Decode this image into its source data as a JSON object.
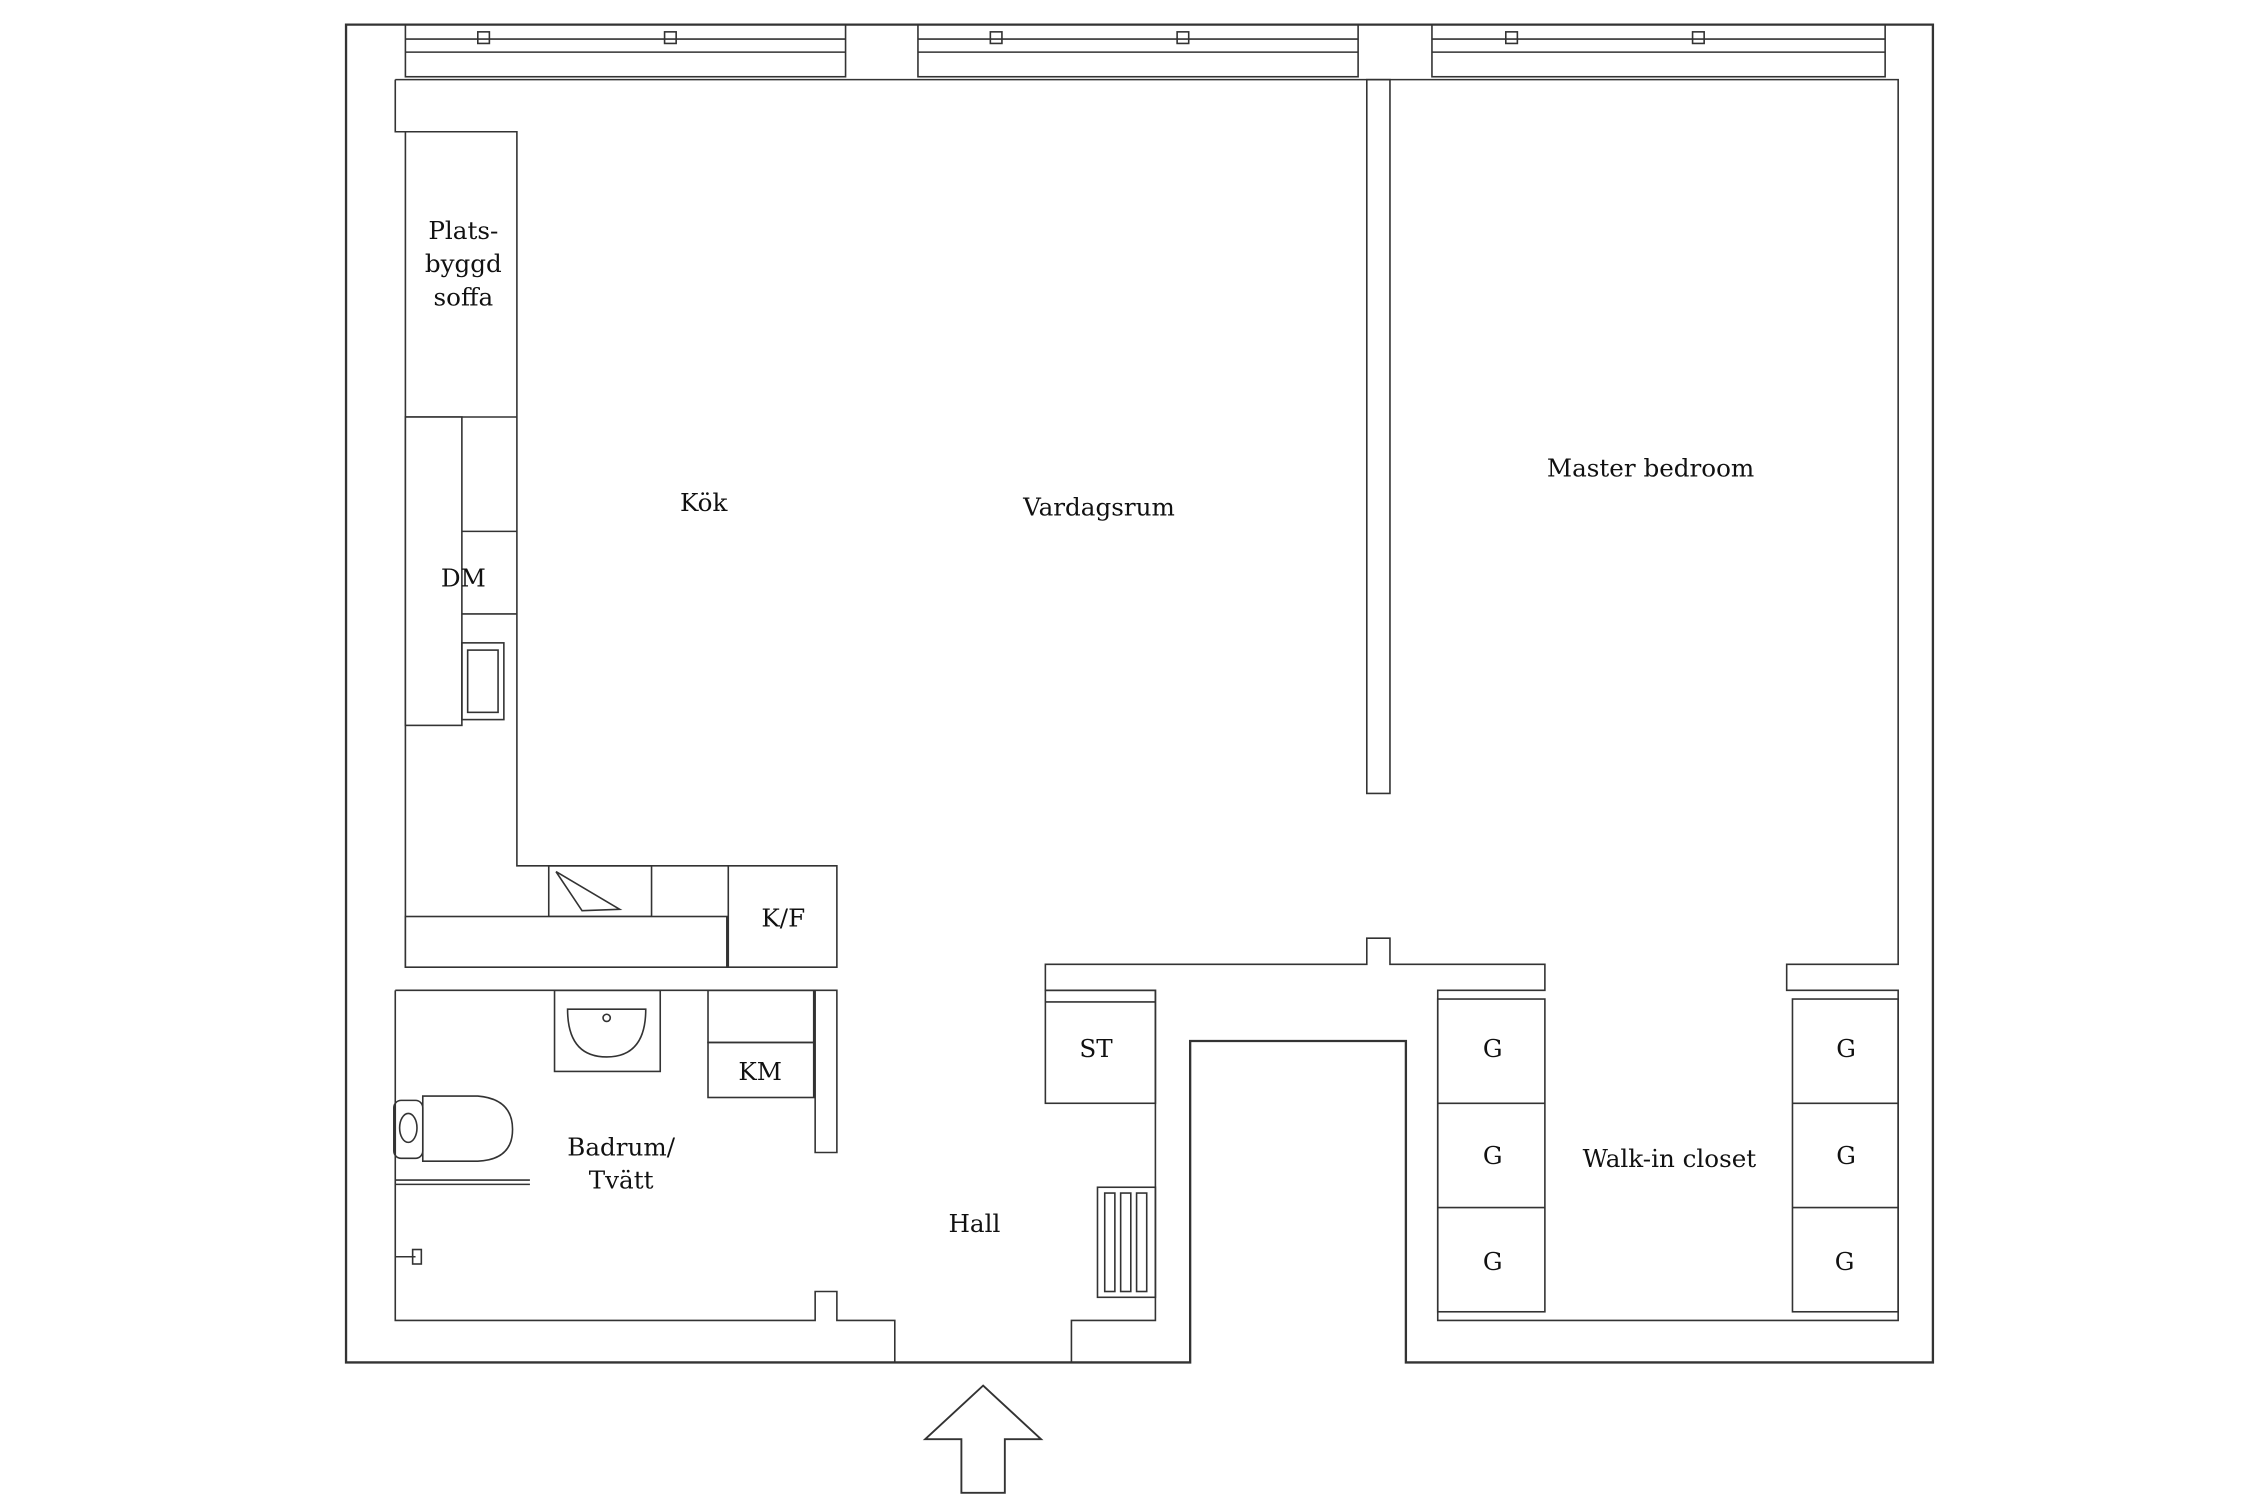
{
  "labels": {
    "sofa_line1": "Plats-",
    "sofa_line2": "byggd",
    "sofa_line3": "soffa",
    "kitchen": "Kök",
    "living_room": "Vardagsrum",
    "master_bedroom": "Master bedroom",
    "dishwasher": "DM",
    "fridge_freezer": "K/F",
    "washing_machine": "KM",
    "bath_line1": "Badrum/",
    "bath_line2": "Tvätt",
    "storage": "ST",
    "hall": "Hall",
    "walk_in_closet": "Walk-in closet",
    "wardrobe": "G"
  },
  "colors": {
    "line": "#333333",
    "counter_fill": "#ffffff"
  }
}
